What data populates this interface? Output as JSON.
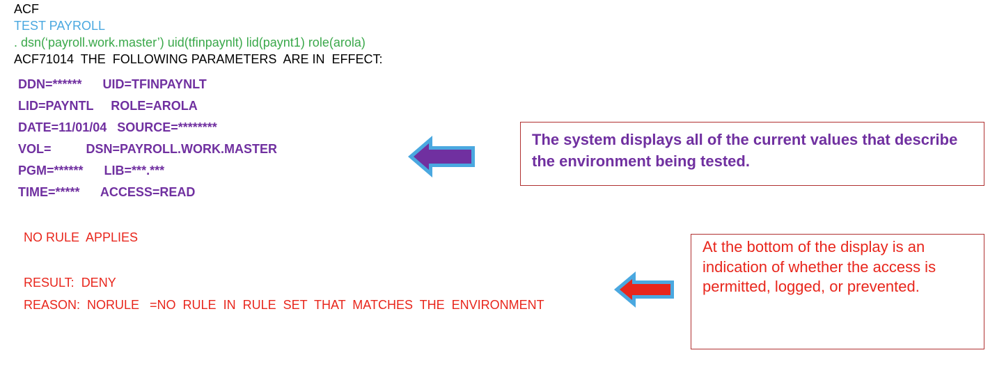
{
  "terminal": {
    "header": "ACF",
    "test_label": "TEST PAYROLL",
    "command": ". dsn(‘payroll.work.master’) uid(tfinpaynlt) lid(paynt1) role(arola)",
    "message": "ACF71014  THE  FOLLOWING PARAMETERS  ARE IN  EFFECT:",
    "params": [
      "DDN=******      UID=TFINPAYNLT",
      "LID=PAYNTL     ROLE=AROLA",
      "DATE=11/01/04   SOURCE=********",
      "VOL=          DSN=PAYROLL.WORK.MASTER",
      "PGM=******      LIB=***.***",
      "TIME=*****      ACCESS=READ"
    ],
    "no_rule": "NO RULE  APPLIES",
    "result": "RESULT:  DENY",
    "reason": "REASON:  NORULE   =NO  RULE  IN  RULE  SET  THAT  MATCHES  THE  ENVIRONMENT"
  },
  "callouts": {
    "environment": "The system displays all of the current values that describe the environment being tested.",
    "result": "At the bottom of the display is an indication of whether the access is permitted, logged, or prevented."
  },
  "colors": {
    "header": "#000000",
    "test_label": "#4aa8e0",
    "command": "#3aa84a",
    "params": "#7030a0",
    "result": "#e8261c",
    "arrow_outline": "#4aa8e0",
    "arrow1_fill": "#7030a0",
    "arrow2_fill": "#e8261c"
  },
  "icons": {
    "arrow1": "left-arrow-icon",
    "arrow2": "left-arrow-icon"
  }
}
